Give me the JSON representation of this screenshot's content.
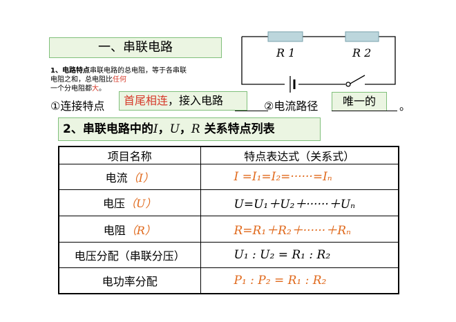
{
  "section1": {
    "title": "一、串联电路",
    "intro_lead": "1、电路特点",
    "intro_mid": "串联电路的总电阻，等于各串联电阻之和，总电阻比",
    "intro_red1": "任何",
    "intro_mid2": "一个分电阻都",
    "intro_red2": "大",
    "intro_end": "。"
  },
  "circuit": {
    "r1_label": "R 1",
    "r2_label": "R 2"
  },
  "fill": {
    "prefix1": "①连接特点",
    "answer1_red": "首尾相连",
    "answer1_rest": "，接入电路",
    "prefix2": "②电流路径",
    "answer2": "唯一的",
    "period": "。"
  },
  "section2": {
    "text_a": "2、串联电路中的",
    "sym_i": "I",
    "comma1": "，",
    "sym_u": "U",
    "comma2": "，",
    "sym_r": "R",
    "text_b": " 关系特点列表"
  },
  "table": {
    "headers": [
      "项目名称",
      "特点表达式（关系式）"
    ],
    "rows": [
      {
        "name": "电流",
        "sym": "I",
        "formula": "I =I₁=I₂=······=Iₙ",
        "color": "#e0691c"
      },
      {
        "name": "电压",
        "sym": "U",
        "formula": "U=U₁＋U₂＋······＋Uₙ",
        "color": "#000000"
      },
      {
        "name": "电阻",
        "sym": "R",
        "formula": "R=R₁＋R₂＋······＋Rₙ",
        "color": "#e0691c"
      },
      {
        "name": "电压分配（串联分压）",
        "sym": "",
        "formula": "U₁ : U₂ = R₁ : R₂",
        "color": "#000000"
      },
      {
        "name": "电功率分配",
        "sym": "",
        "formula": "P₁ : P₂ = R₁ : R₂",
        "color": "#e0691c"
      }
    ]
  },
  "colors": {
    "accent_red": "#d63a2a",
    "formula_orange": "#e0691c",
    "box_fill": "#ebf5e2",
    "box_border": "#7fbf7a",
    "resistor_fill": "#bcd6dc"
  },
  "icons": [
    "resistor-icon",
    "battery-icon",
    "switch-icon"
  ]
}
